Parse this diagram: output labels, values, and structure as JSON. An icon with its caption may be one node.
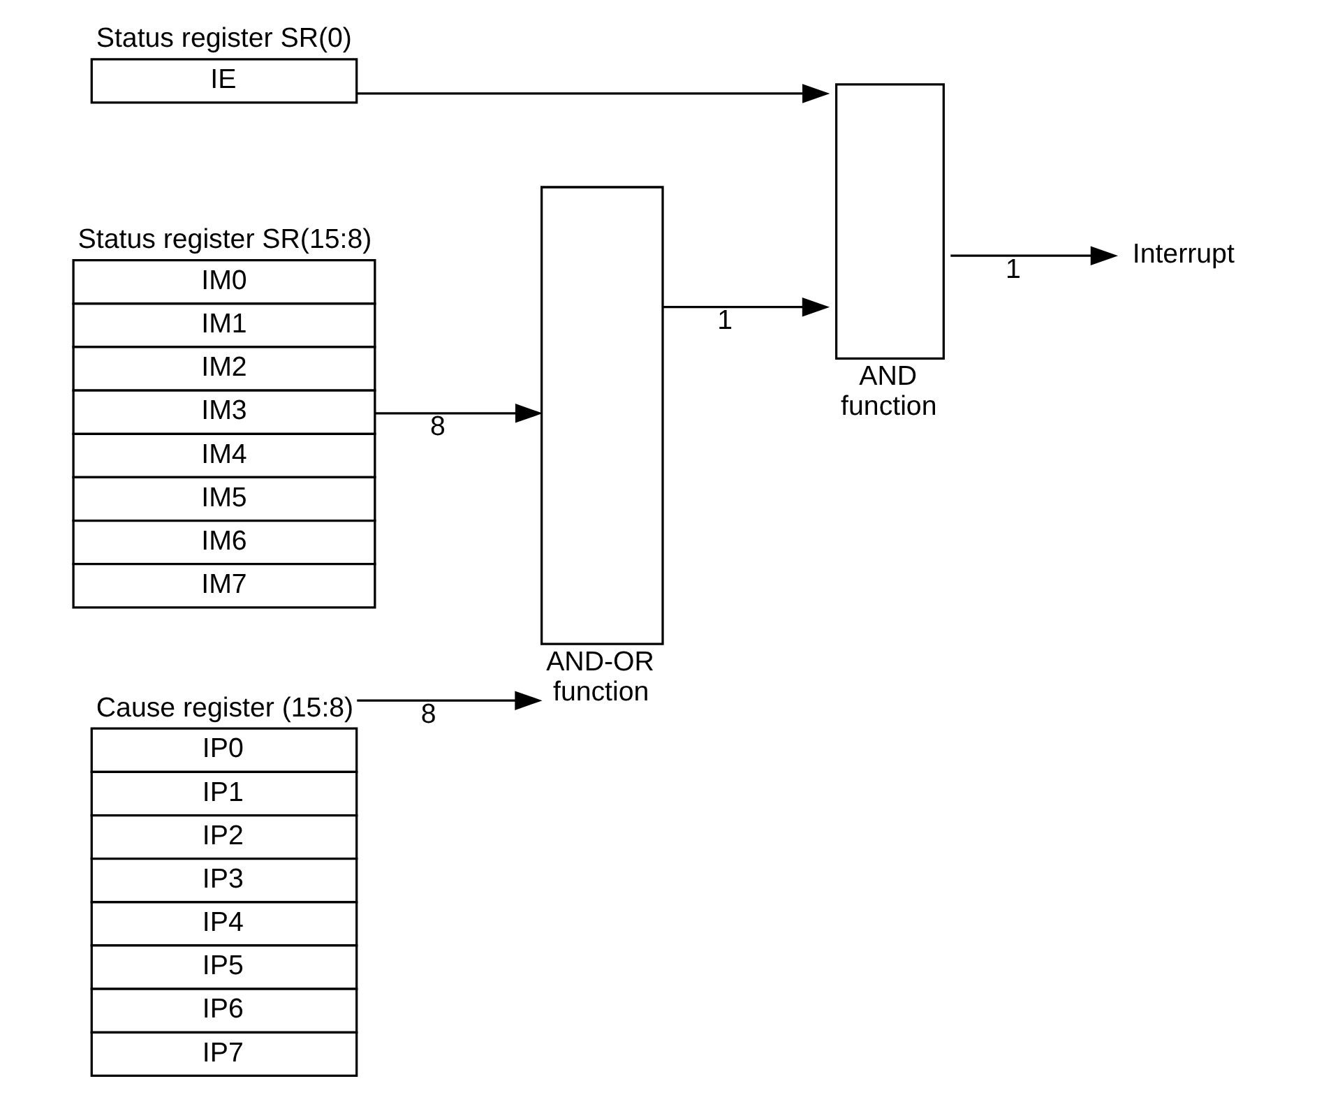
{
  "diagram": {
    "nodes": [
      {
        "text": [
          "IE"
        ],
        "beside": [
          "Status register SR(0)"
        ]
      },
      {
        "text": [
          "IM0",
          "IM1",
          "IM2",
          "IM3",
          "IM4",
          "IM5",
          "IM6",
          "IM7"
        ],
        "beside": [
          "Status register SR(15:8)"
        ]
      },
      {
        "text": [
          "IP0",
          "IP1",
          "IP2",
          "IP3",
          "IP4",
          "IP5",
          "IP6",
          "IP7"
        ],
        "beside": [
          "Cause register (15:8)"
        ]
      },
      {
        "text": [
          "AND-OR function"
        ]
      },
      {
        "text": [
          "AND function"
        ]
      },
      {
        "text": [
          "Interrupt"
        ]
      }
    ],
    "edges": [
      {
        "from": 0,
        "to": 4,
        "arrow": "to"
      },
      {
        "from": 1,
        "to": 3,
        "arrow": "to",
        "label": "8"
      },
      {
        "from": 2,
        "to": 3,
        "arrow": "to",
        "label": "8"
      },
      {
        "from": 3,
        "to": 4,
        "arrow": "to",
        "label": "1"
      },
      {
        "from": 4,
        "to": 5,
        "arrow": "to",
        "label": "1"
      }
    ]
  }
}
